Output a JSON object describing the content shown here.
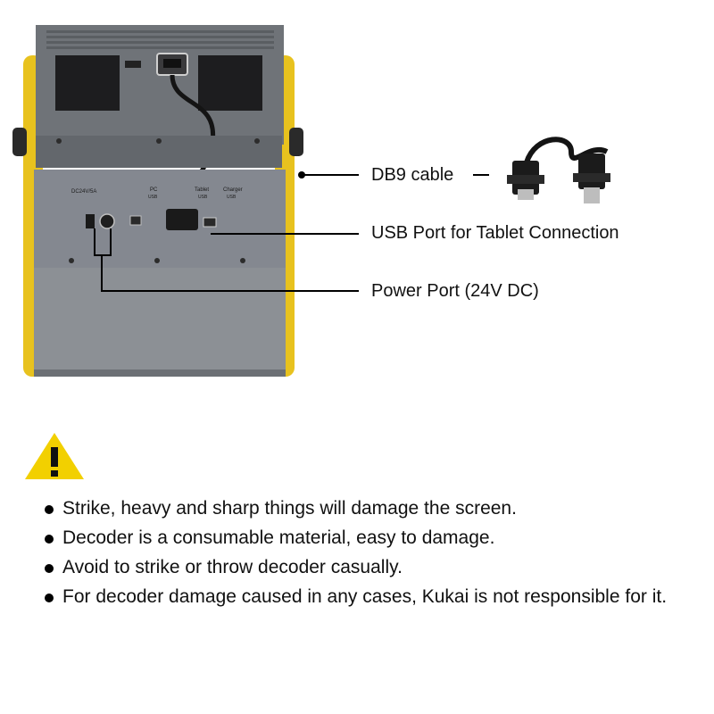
{
  "callouts": {
    "db9": "DB9 cable",
    "usb": "USB Port for Tablet Connection",
    "power": "Power Port (24V DC)"
  },
  "panel_labels": {
    "dc": "DC24V/5A",
    "pc": "PC",
    "pc_sub": "USB",
    "tablet": "Tablet",
    "tablet_sub": "USB",
    "charger": "Charger",
    "charger_sub": "USB"
  },
  "warnings": [
    "Strike, heavy and sharp things will damage the screen.",
    "Decoder is a consumable material, easy to damage.",
    "Avoid to strike or throw decoder casually.",
    "For decoder damage caused in any cases, Kukai is not responsible for it."
  ],
  "colors": {
    "body": "#6e7277",
    "panel": "#8a8e93",
    "accent_yellow": "#e8c21e",
    "warning_yellow": "#f2d000"
  },
  "icons": [
    "warning-icon",
    "bullet-icon"
  ]
}
